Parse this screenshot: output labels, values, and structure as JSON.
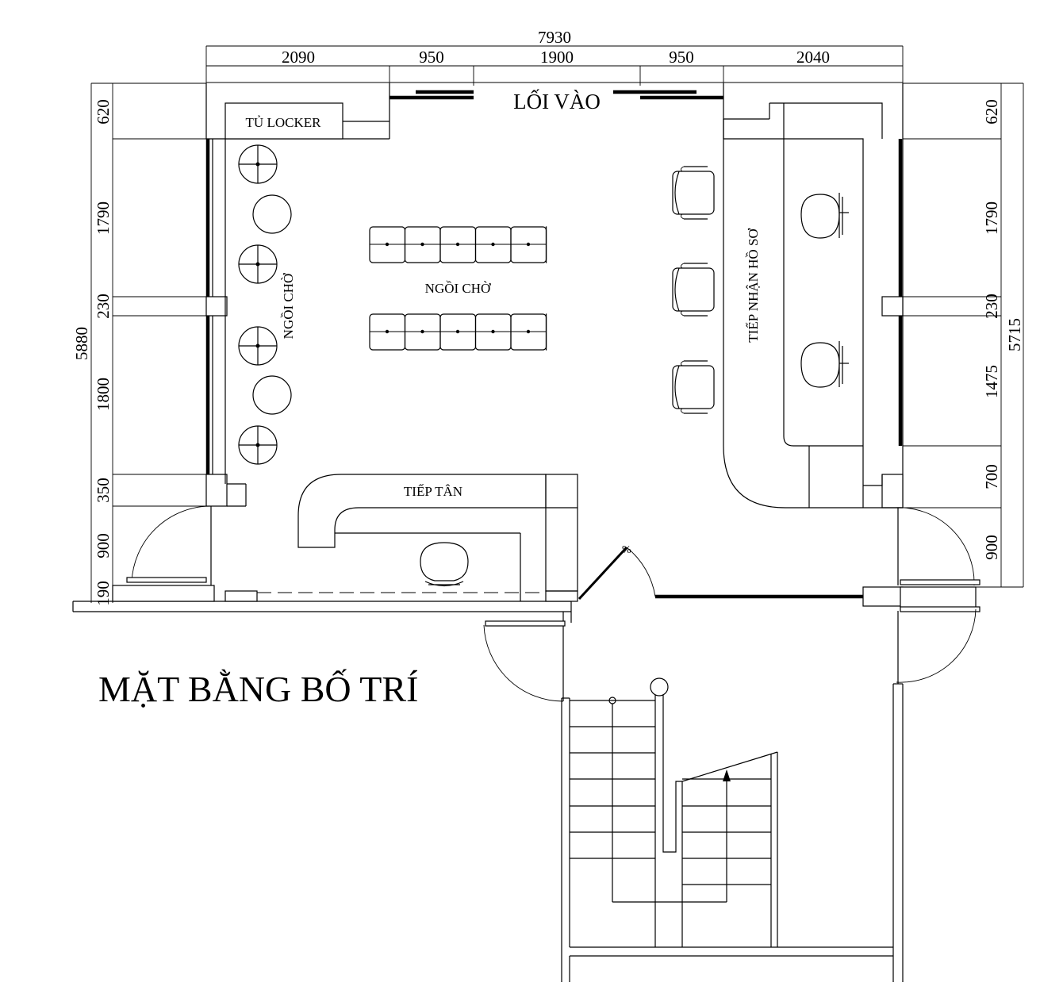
{
  "title": "MẶT BẰNG BỐ TRÍ",
  "labels": {
    "entrance": "LỐI VÀO",
    "locker": "TỦ LOCKER",
    "waiting_left": "NGỒI CHỜ",
    "waiting_center": "NGỒI CHỜ",
    "reception": "TIẾP TÂN",
    "document_intake": "TIẾP NHẬN HỒ SƠ"
  },
  "dimensions": {
    "top_total": "7930",
    "top_segments": [
      "2090",
      "950",
      "1900",
      "950",
      "2040"
    ],
    "left_total": "5880",
    "left_segments": [
      "620",
      "1790",
      "230",
      "1800",
      "350",
      "900",
      "190"
    ],
    "right_total": "5715",
    "right_segments": [
      "620",
      "1790",
      "230",
      "1475",
      "700",
      "900"
    ]
  }
}
